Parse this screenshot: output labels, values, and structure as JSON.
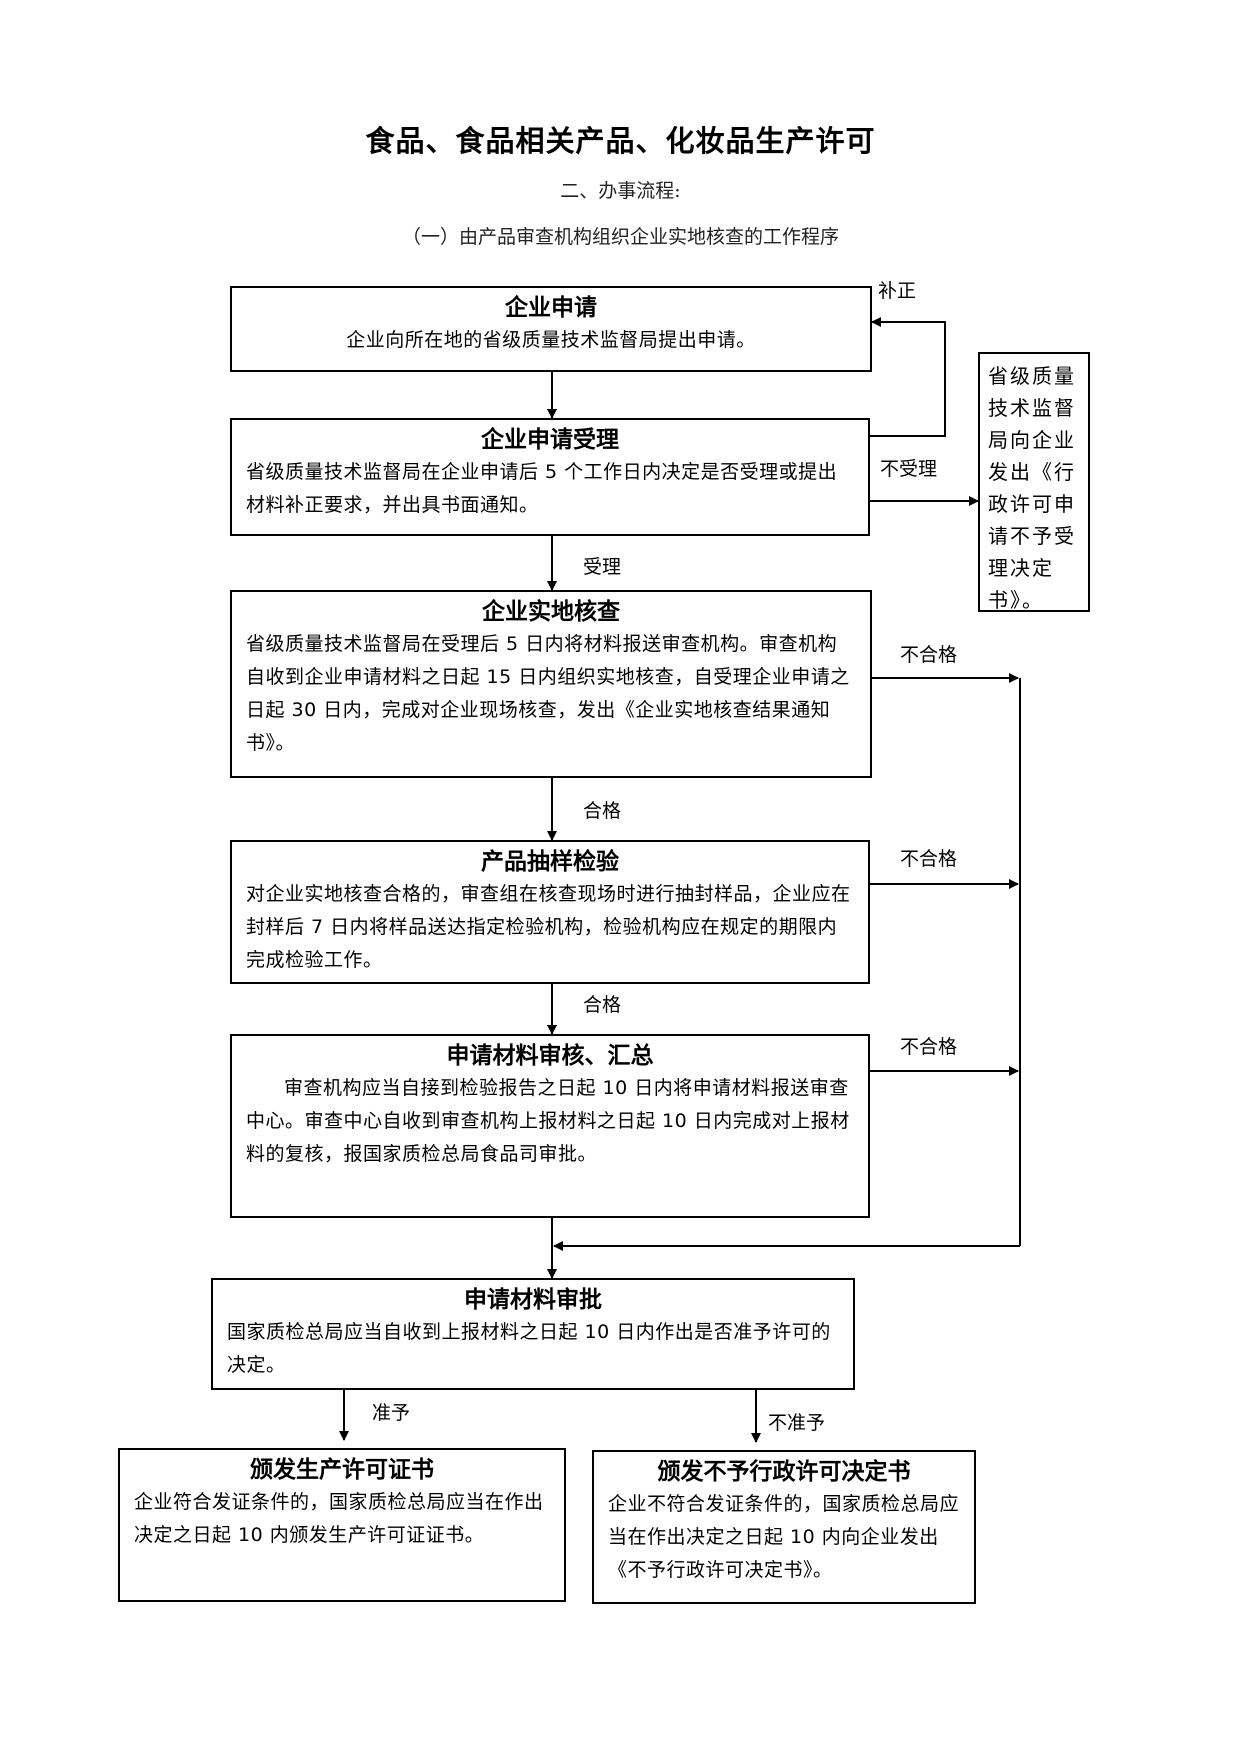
{
  "header": {
    "title": "食品、食品相关产品、化妆品生产许可",
    "section": "二、办事流程:",
    "subsection": "（一）由产品审查机构组织企业实地核查的工作程序"
  },
  "nodes": {
    "apply": {
      "title": "企业申请",
      "text": "企业向所在地的省级质量技术监督局提出申请。"
    },
    "accept": {
      "title": "企业申请受理",
      "text": "省级质量技术监督局在企业申请后 5 个工作日内决定是否受理或提出材料补正要求，并出具书面通知。"
    },
    "reject_notice": {
      "text": "省级质量技术监督局向企业发出《行政许可申请不予受理决定书》。"
    },
    "inspect": {
      "title": "企业实地核查",
      "text": "省级质量技术监督局在受理后 5 日内将材料报送审查机构。审查机构自收到企业申请材料之日起 15 日内组织实地核查，自受理企业申请之日起 30 日内，完成对企业现场核查，发出《企业实地核查结果通知书》。"
    },
    "sampling": {
      "title": "产品抽样检验",
      "text": "对企业实地核查合格的，审查组在核查现场时进行抽封样品，企业应在封样后 7 日内将样品送达指定检验机构，检验机构应在规定的期限内完成检验工作。"
    },
    "review": {
      "title": "申请材料审核、汇总",
      "text": "审查机构应当自接到检验报告之日起 10 日内将申请材料报送审查中心。审查中心自收到审查机构上报材料之日起 10 日内完成对上报材料的复核，报国家质检总局食品司审批。"
    },
    "approve": {
      "title": "申请材料审批",
      "text": "国家质检总局应当自收到上报材料之日起 10 日内作出是否准予许可的决定。"
    },
    "grant": {
      "title": "颁发生产许可证书",
      "text": "企业符合发证条件的，国家质检总局应当在作出决定之日起 10 内颁发生产许可证证书。"
    },
    "deny": {
      "title": "颁发不予行政许可决定书",
      "text": "企业不符合发证条件的，国家质检总局应当在作出决定之日起 10 内向企业发出《不予行政许可决定书》。"
    }
  },
  "edge_labels": {
    "supplement": "补正",
    "not_accepted": "不受理",
    "accepted": "受理",
    "pass_1": "合格",
    "pass_2": "合格",
    "fail_1": "不合格",
    "fail_2": "不合格",
    "fail_3": "不合格",
    "grant": "准予",
    "deny": "不准予"
  }
}
